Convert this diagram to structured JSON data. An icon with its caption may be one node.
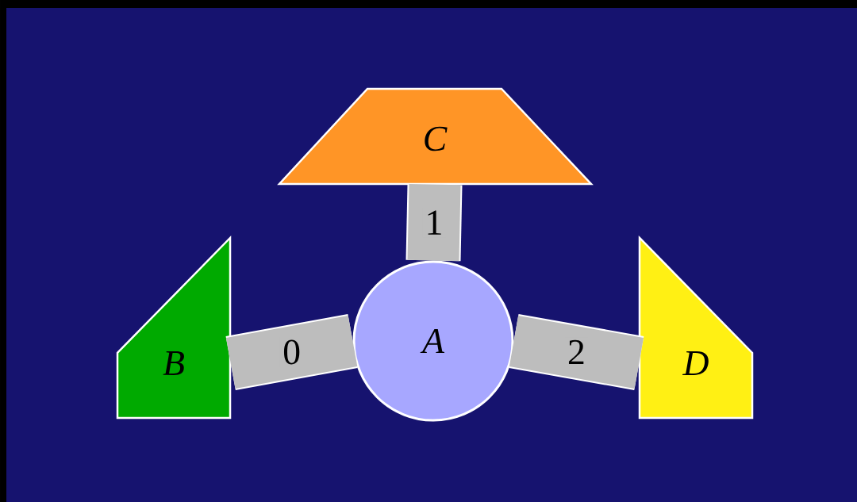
{
  "diagram": {
    "nodes": [
      {
        "text": [
          "A"
        ]
      },
      {
        "text": [
          "B"
        ]
      },
      {
        "text": [
          "C"
        ]
      },
      {
        "text": [
          "D"
        ]
      }
    ],
    "edges": [
      {
        "from": 1,
        "to": 0,
        "arrow": "none",
        "label": "0"
      },
      {
        "from": 2,
        "to": 0,
        "arrow": "none",
        "label": "1"
      },
      {
        "from": 0,
        "to": 3,
        "arrow": "none",
        "label": "2"
      }
    ]
  }
}
